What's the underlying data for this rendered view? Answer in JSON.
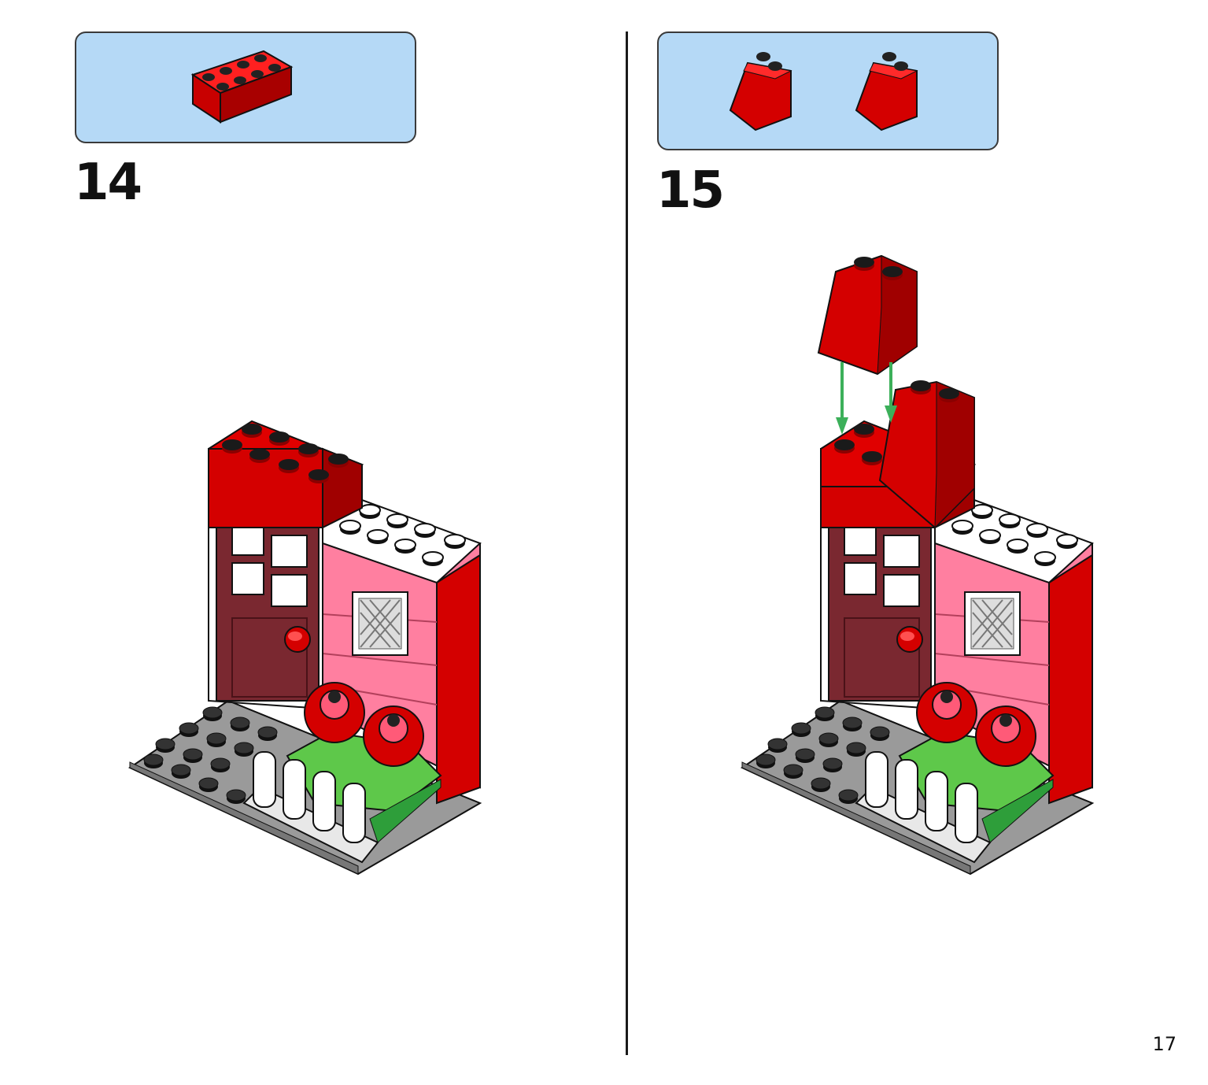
{
  "steps": [
    {
      "number": "14",
      "parts": [
        "red-2x4-brick"
      ]
    },
    {
      "number": "15",
      "parts": [
        "red-slope-2x2",
        "red-slope-2x2"
      ]
    }
  ],
  "page_number": "17",
  "colors": {
    "parts_box": "#b5d9f6",
    "red_brick": "#d40000",
    "pink_wall": "#ff7fa0",
    "door": "#7a2830",
    "baseplate": "#a9a9a9",
    "green_plant": "#5ec84a",
    "arrow": "#3cb05a"
  }
}
